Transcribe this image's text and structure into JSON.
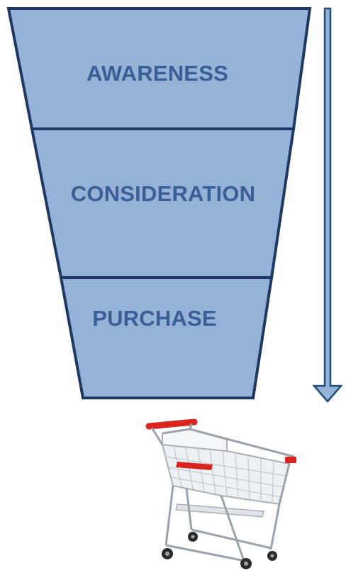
{
  "funnel": {
    "stages": [
      {
        "label": "AWARENESS"
      },
      {
        "label": "CONSIDERATION"
      },
      {
        "label": "PURCHASE"
      }
    ]
  },
  "colors": {
    "fill": "#95b3d7",
    "stroke": "#1f3864",
    "label": "#3a5f96",
    "arrow_fill": "#95b3d7",
    "arrow_stroke": "#1f4e79"
  },
  "icons": {
    "arrow": "down-arrow-icon",
    "cart": "shopping-cart-icon"
  }
}
